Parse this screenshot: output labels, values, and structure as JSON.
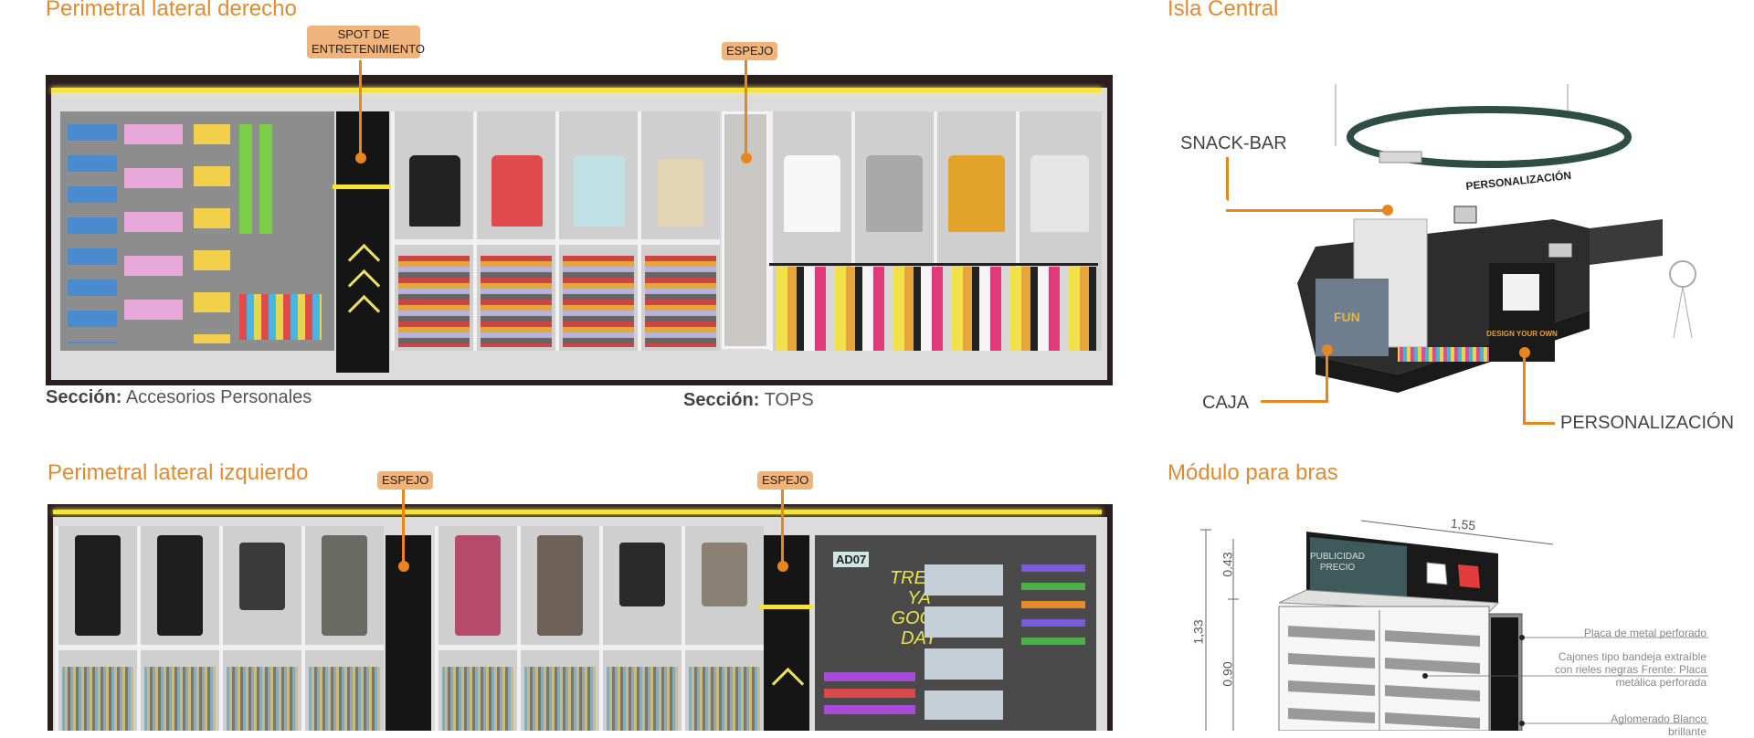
{
  "panels": {
    "right_wall": {
      "title": "Perimetral lateral derecho",
      "tags": {
        "entertainment": "SPOT DE ENTRETENIMIENTO",
        "mirror": "ESPEJO"
      },
      "sections": [
        {
          "label": "Sección:",
          "value": "Accesorios Personales"
        },
        {
          "label": "Sección:",
          "value": "TOPS"
        }
      ]
    },
    "left_wall": {
      "title": "Perimetral lateral izquierdo",
      "tags": {
        "mirror_1": "ESPEJO",
        "mirror_2": "ESPEJO"
      },
      "product_code": "AD07",
      "neon_text": "TREAT YA GOOD DAY"
    },
    "island": {
      "title": "Isla Central",
      "callouts": {
        "snack_bar": "SNACK-BAR",
        "caja": "CAJA",
        "personalizacion": "PERSONALIZACIÓN"
      },
      "sign_text": "PERSONALIZACIÓN",
      "counter_text": "FUN",
      "kiosk_text": "DESIGN YOUR OWN"
    },
    "bras_module": {
      "title": "Módulo para bras",
      "header_sign": "PUBLICIDAD PRECIO",
      "dimensions": {
        "width": "1,55",
        "top": "0.43",
        "total": "1,33",
        "middle": "0.90"
      },
      "notes": [
        "Placa de metal perforado",
        "Cajones tipo bandeja extraíble con rieles negras Frente: Placa metálica perforada",
        "Aglomerado Blanco brillante"
      ]
    }
  },
  "colors": {
    "accent": "#e38a2e",
    "tag_bg": "#efb47b",
    "leader": "#e8851f",
    "led": "#f5e23a"
  }
}
